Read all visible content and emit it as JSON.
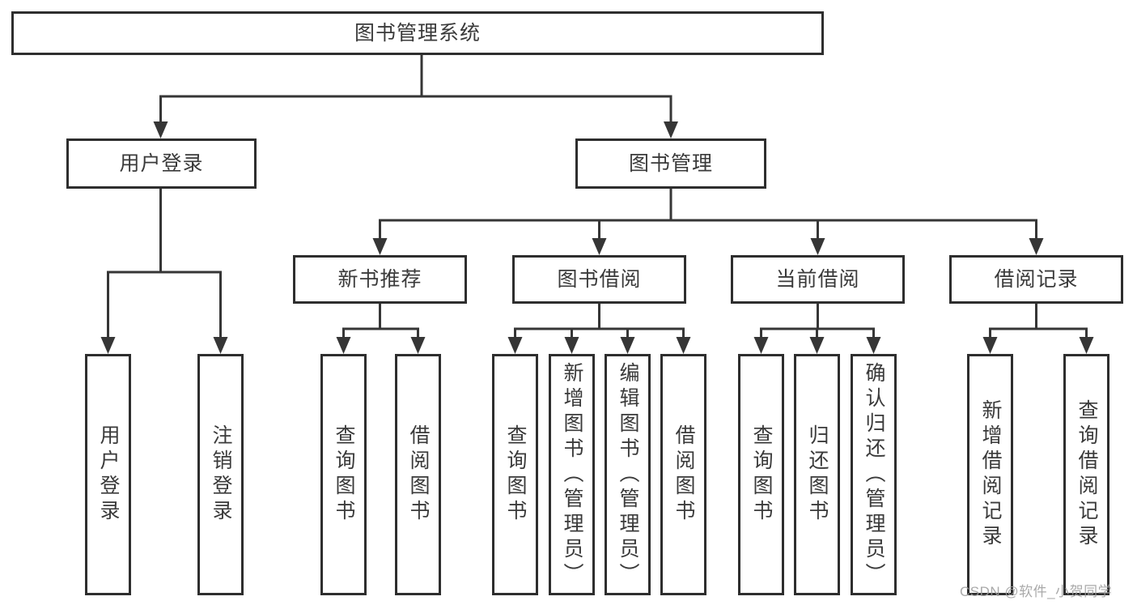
{
  "nodes": {
    "root": "图书管理系统",
    "user_login": "用户登录",
    "book_management": "图书管理",
    "new_book_recommend": "新书推荐",
    "book_borrow": "图书借阅",
    "current_borrow": "当前借阅",
    "borrow_records": "借阅记录",
    "user_login_children": [
      "用户登录",
      "注销登录"
    ],
    "new_book_children": [
      "查询图书",
      "借阅图书"
    ],
    "book_borrow_children": [
      "查询图书",
      "新增图书（管理员）",
      "编辑图书（管理员）",
      "借阅图书"
    ],
    "current_borrow_children": [
      "查询图书",
      "归还图书",
      "确认归还（管理员）"
    ],
    "borrow_records_children": [
      "新增借阅记录",
      "查询借阅记录"
    ]
  },
  "watermark": "CSDN @软件_小贺同学",
  "colors": {
    "line": "#363636",
    "border": "#2e2e2e",
    "text": "#3a3a3a",
    "watermark": "#9e9e9e",
    "background": "#ffffff"
  }
}
